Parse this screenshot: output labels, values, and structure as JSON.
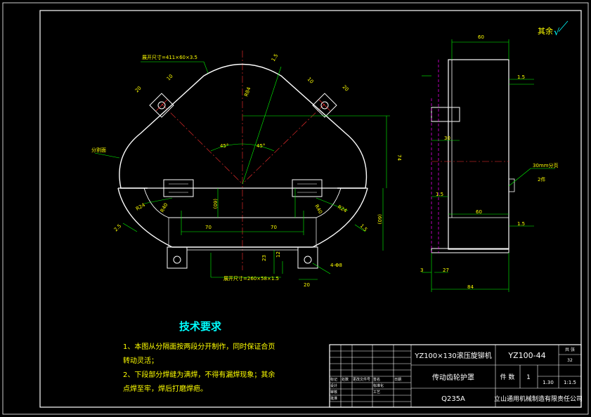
{
  "surface_finish": {
    "label": "其余",
    "symbol": "√"
  },
  "front_view": {
    "unfold_top": "展开尺寸=411×60×3.5",
    "unfold_bottom": "展开尺寸=260×58×1.5",
    "split_label": "分割面",
    "dims": {
      "top_thk": "1.5",
      "r_big": "R84",
      "ear_left_1": "20",
      "ear_left_2": "10",
      "ear_right_1": "10",
      "ear_right_2": "20",
      "angle_left": "45°",
      "angle_right": "45°",
      "height_74": "74",
      "height_60": "(60)",
      "height_60b": "(60)",
      "r40_left": "R40",
      "r40_right": "R40",
      "r24_left": "R24",
      "r24_right": "R24",
      "w70_left": "70",
      "w70_right": "70",
      "side_left": "2.5",
      "side_right": "1.5",
      "d23": "23",
      "d12": "12",
      "d20": "20",
      "holes": "4-Φ8"
    }
  },
  "side_view": {
    "dims": {
      "top_w": "60",
      "t15_top": "1.5",
      "w30": "30",
      "t15_mid": "1.5",
      "w60": "60",
      "t15_bot": "1.5",
      "d3": "3",
      "d27": "27",
      "total": "84"
    },
    "note_1": "30mm分页",
    "note_2": "2件"
  },
  "tech": {
    "title": "技术要求",
    "items": [
      "1、本图从分隔面按两段分开制作，同时保证合页",
      "转动灵活；",
      "2、下段部分焊缝为满焊，不得有漏焊现象；其余",
      "点焊至牢，焊后打磨焊疤。"
    ]
  },
  "title_block": {
    "machine": "YZ100×130滚压旋铆机",
    "part_name": "传动齿轮护罩",
    "drawing_no": "YZ100-44",
    "material": "Q235A",
    "qty_label": "件 数",
    "qty": "1",
    "weight": "1.30",
    "scale": "1:1.5",
    "company": "立山通用机械制造有限责任公司",
    "sheet_label": "共 张",
    "sheet_no": "32",
    "small_labels": [
      "标记",
      "处数",
      "更改文件号",
      "签名",
      "日期",
      "设计",
      "标准化",
      "审核",
      "工艺",
      "批准"
    ]
  },
  "colors": {
    "outline": "#ffffff",
    "dimension": "#00ff00",
    "text_yellow": "#ffff00",
    "text_cyan": "#00ffff",
    "hidden": "#ff00ff",
    "center": "#ff3030",
    "title_text": "#ffffff"
  }
}
